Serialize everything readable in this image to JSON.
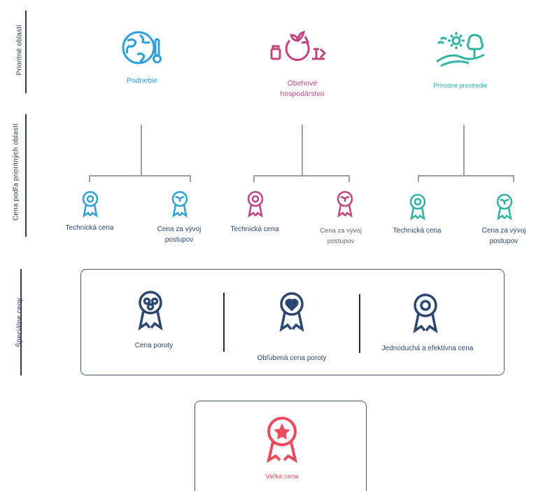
{
  "side_labels": {
    "priority_areas": "Prioritné oblasti",
    "area_prizes": "Cena podľa prioritných oblastí",
    "special_prizes": "Špeciálne ceny"
  },
  "areas": [
    {
      "label": "Podnebie",
      "color": "#2f9fd8",
      "icon": "globe-icon"
    },
    {
      "label": "Obehové hospodárstvo",
      "color": "#c2447f",
      "icon": "recycle-icon"
    },
    {
      "label": "Prírodné prostredie",
      "color": "#2fb3a4",
      "icon": "landscape-icon"
    }
  ],
  "area_prizes": [
    {
      "label": "Technická cena",
      "color": "#2f9fd8"
    },
    {
      "label": "Cena za vývoj postupov",
      "color": "#2f9fd8"
    },
    {
      "label": "Technická cena",
      "color": "#c2447f"
    },
    {
      "label": "Cena za vývoj postupov",
      "color": "#c2447f"
    },
    {
      "label": "Technická cena",
      "color": "#2fb3a4"
    },
    {
      "label": "Cena za vývoj postupov",
      "color": "#2fb3a4"
    }
  ],
  "special_prizes": [
    {
      "label": "Cena poroty",
      "color": "#2b4670"
    },
    {
      "label": "Obľúbená cena poroty",
      "color": "#2b4670"
    },
    {
      "label": "Jednoduchá a efektívna cena",
      "color": "#2b4670"
    }
  ],
  "grand_prize": {
    "label": "Veľká cena",
    "color": "#ee4a5e"
  }
}
